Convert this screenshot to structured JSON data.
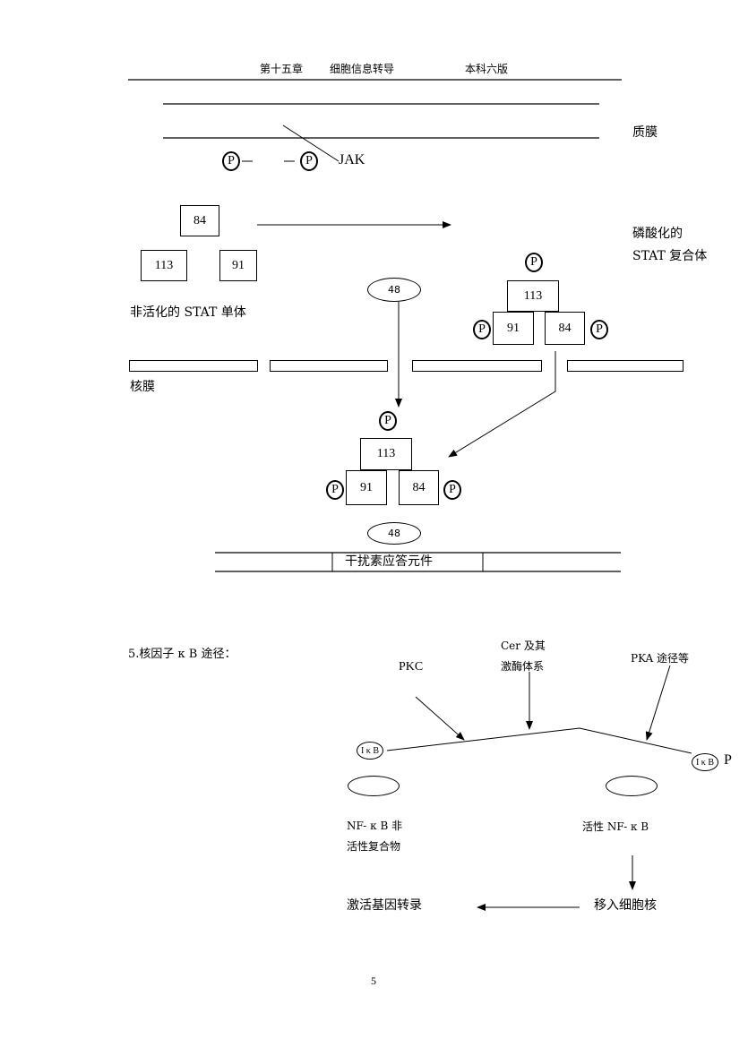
{
  "header": {
    "chapter": "第十五章",
    "title": "细胞信息转导",
    "edition": "本科六版"
  },
  "jak_stat": {
    "plasma_membrane_label": "质膜",
    "jak_label": "JAK",
    "phospho_symbol": "P",
    "inactive_stat_label": "非活化的 STAT 单体",
    "phospho_complex_label_line1": "磷酸化的",
    "phospho_complex_label_line2": "STAT 复合体",
    "nuclear_membrane_label": "核膜",
    "subunit_84": "84",
    "subunit_113": "113",
    "subunit_91": "91",
    "subunit_48": "48",
    "response_element_label": "干扰素应答元件"
  },
  "nfkb": {
    "section_title": "5.核因子 κ B 途径：",
    "pkc_label": "PKC",
    "cer_line1": "Cer 及其",
    "cer_line2": "激酶体系",
    "pka_label": "PKA 途径等",
    "ikb_label": "I κ B",
    "p_label": "P",
    "inactive_line1": "NF- κ B 非",
    "inactive_line2": "活性复合物",
    "active_label": "活性 NF- κ B",
    "move_label": "移入细胞核",
    "activate_label": "激活基因转录"
  },
  "footer": {
    "page_number": "5"
  }
}
